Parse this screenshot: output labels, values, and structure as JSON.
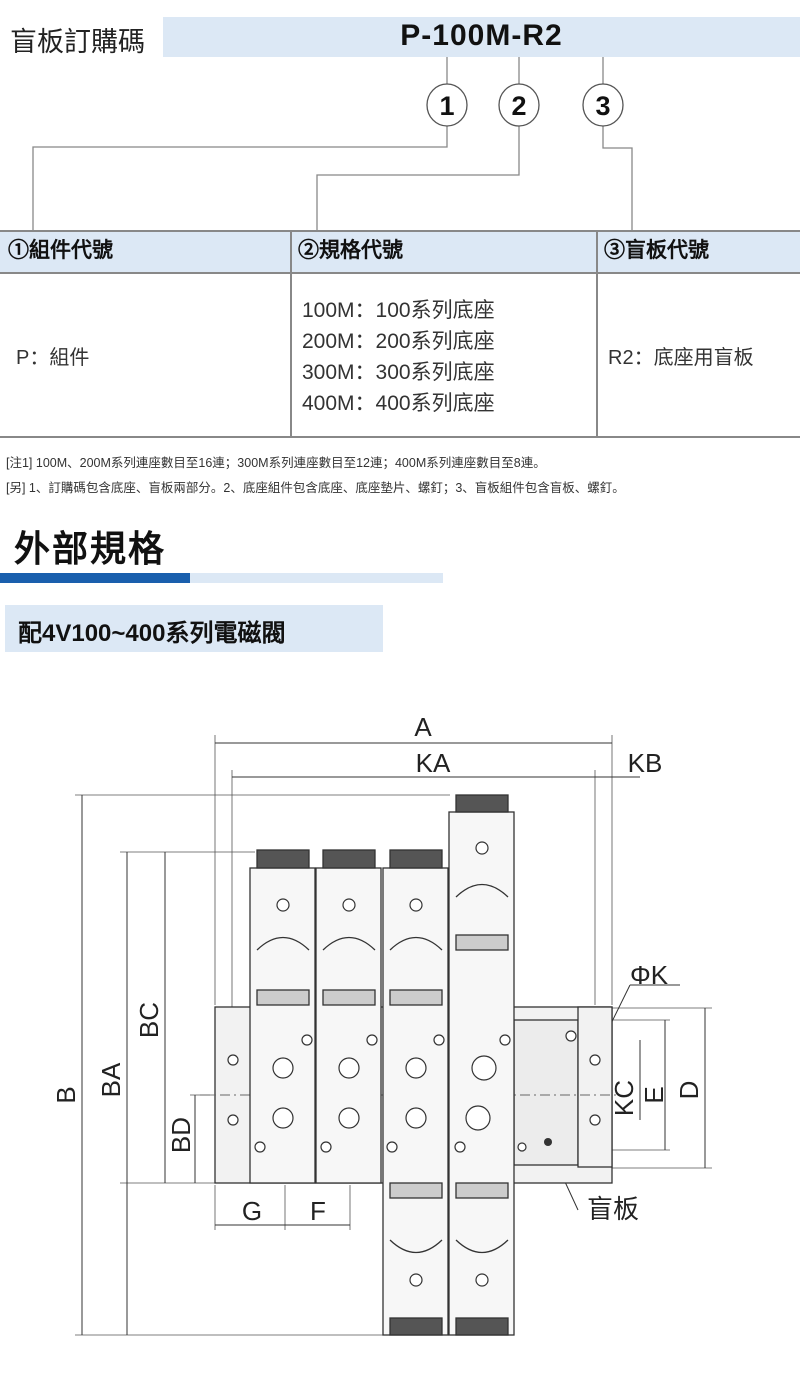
{
  "order": {
    "title": "盲板訂購碼",
    "code": "P-100M-R2",
    "markers": [
      "1",
      "2",
      "3"
    ]
  },
  "table": {
    "headers": [
      "①組件代號",
      "②規格代號",
      "③盲板代號"
    ],
    "col1": "P：組件",
    "col2": [
      "100M：100系列底座",
      "200M：200系列底座",
      "300M：300系列底座",
      "400M：400系列底座"
    ],
    "col3": "R2：底座用盲板"
  },
  "notes": [
    "[注1] 100M、200M系列連座數目至16連；300M系列連座數目至12連；400M系列連座數目至8連。",
    "[另] 1、訂購碼包含底座、盲板兩部分。2、底座組件包含底座、底座墊片、螺釘；3、盲板組件包含盲板、螺釘。"
  ],
  "section": {
    "title": "外部規格",
    "subtitle": "配4V100~400系列電磁閥"
  },
  "drawing": {
    "labels": {
      "A": "A",
      "KA": "KA",
      "KB": "KB",
      "B": "B",
      "BA": "BA",
      "BC": "BC",
      "BD": "BD",
      "G": "G",
      "F": "F",
      "PhiK": "ΦK",
      "KC": "KC",
      "E": "E",
      "D": "D",
      "blind": "盲板"
    }
  },
  "colors": {
    "accent": "#1a5fad",
    "light": "#dce8f5"
  }
}
